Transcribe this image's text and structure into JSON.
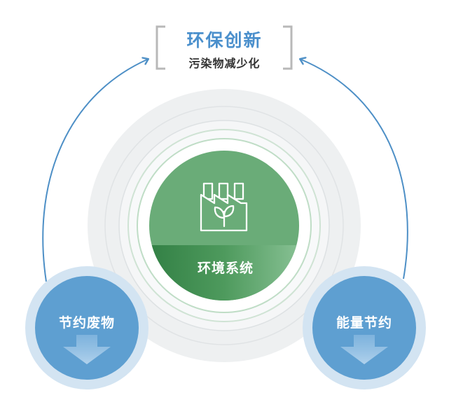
{
  "title": "环保创新",
  "subtitle": "污染物减少化",
  "center": {
    "label": "环境系统",
    "icon": "factory-leaf-icon"
  },
  "left_node": {
    "label": "节约废物",
    "icon": "down-arrow-icon"
  },
  "right_node": {
    "label": "能量节约",
    "icon": "down-arrow-icon"
  },
  "colors": {
    "title": "#4a8fcc",
    "subtitle": "#333333",
    "green": "#6aac78",
    "green_dark": "#3f8a4f",
    "blue": "#5e9fd1",
    "blue_halo": "#d3e4f2",
    "gray_halo": "#eef0f1",
    "arrow": "#4d8fc6",
    "bracket": "#b8b8b8"
  }
}
